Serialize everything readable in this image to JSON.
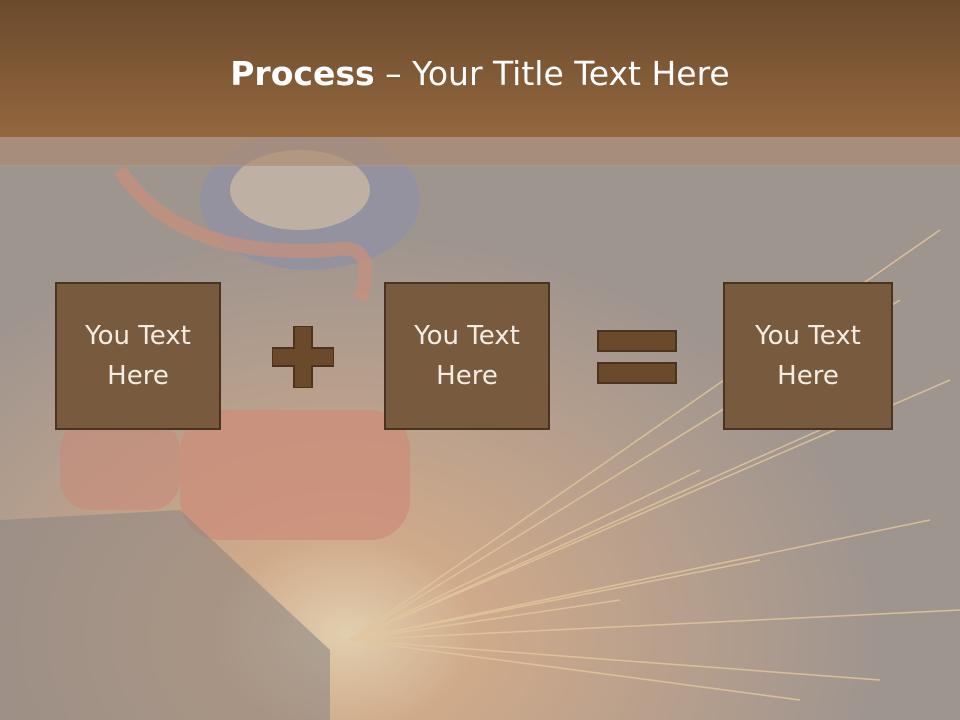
{
  "slide": {
    "title_bold": "Process",
    "title_rest": " – Your Title Text Here"
  },
  "boxes": [
    {
      "text": "You Text Here"
    },
    {
      "text": "You Text Here"
    },
    {
      "text": "You Text Here"
    }
  ],
  "operators": [
    "plus-icon",
    "equals-icon"
  ],
  "colors": {
    "header": "#7e5634",
    "box_fill": "#785a3e",
    "box_border": "#4a3420",
    "operator": "#6b4a2c"
  }
}
